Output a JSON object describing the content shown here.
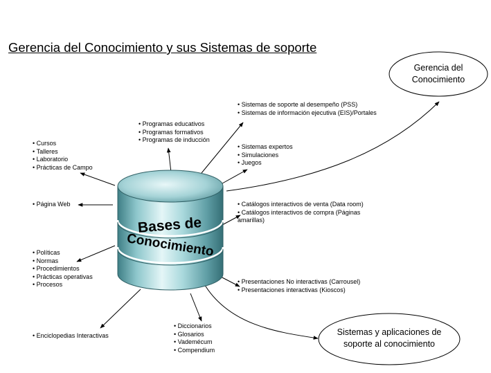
{
  "title": "Gerencia del Conocimiento y sus Sistemas de soporte",
  "center": {
    "line1": "Bases de",
    "line2": "Conocimiento"
  },
  "top_right_oval": {
    "line1": "Gerencia del",
    "line2": "Conocimiento"
  },
  "bottom_right_oval": {
    "line1": "Sistemas y aplicaciones de",
    "line2": "soporte al conocimiento"
  },
  "groups": {
    "training_sites": [
      "Cursos",
      "Talleres",
      "Laboratorio",
      "Prácticas de Campo"
    ],
    "programs": [
      "Programas educativos",
      "Programas formativos",
      "Programas de inducción"
    ],
    "pss": [
      "Sistemas de soporte al desempeño (PSS)",
      "Sistemas de información ejecutiva (EIS)/Portales"
    ],
    "expert_systems": [
      "Sistemas expertos",
      "Simulaciones",
      "Juegos"
    ],
    "web": [
      "Página Web"
    ],
    "catalogs": [
      "Catálogos interactivos de venta (Data room)",
      "Catálogos interactivos de compra (Páginas amarillas)"
    ],
    "policies": [
      "Políticas",
      "Normas",
      "Procedimientos",
      "Prácticas operativas",
      "Procesos"
    ],
    "presentations": [
      "Presentaciones No interactivas (Carrousel)",
      "Presentaciones interactivas (Kioscos)"
    ],
    "encyclopedias": [
      "Enciclopedias Interactivas"
    ],
    "dictionaries": [
      "Diccionarios",
      "Glosarios",
      "Vademécum",
      "Compendium"
    ]
  }
}
